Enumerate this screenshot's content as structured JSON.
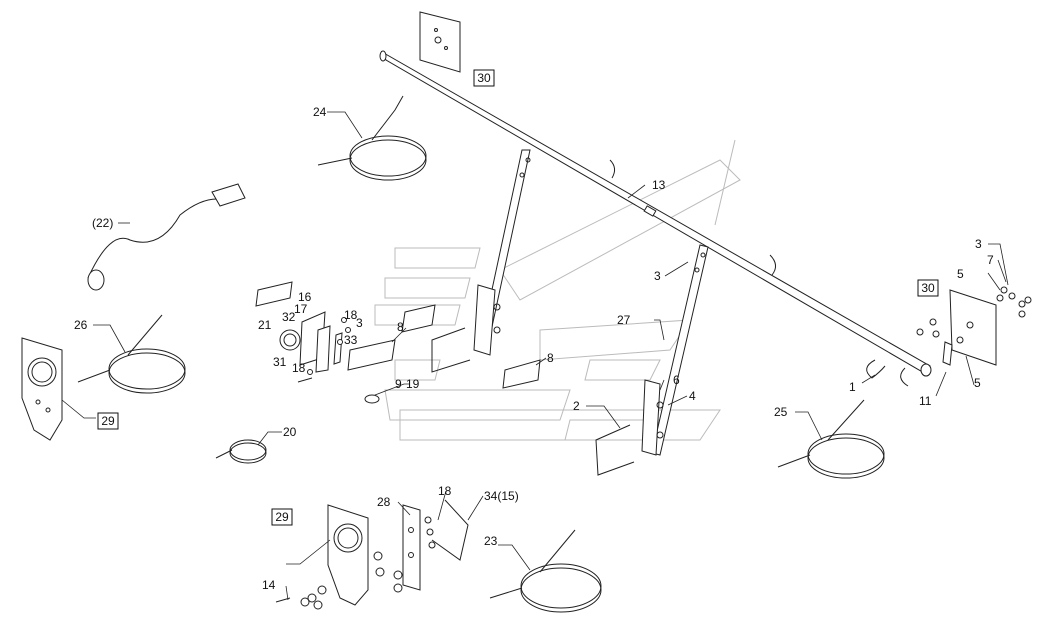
{
  "callouts": {
    "c1": "1",
    "c2": "2",
    "c3a": "3",
    "c3b": "3",
    "c3c": "3",
    "c4": "4",
    "c5a": "5",
    "c5b": "5",
    "c6": "6",
    "c7": "7",
    "c8a": "8",
    "c8b": "8",
    "c9": "9",
    "c11": "11",
    "c13": "13",
    "c14": "14",
    "c16": "16",
    "c17": "17",
    "c18a": "18",
    "c18b": "18",
    "c18c": "18",
    "c19": "19",
    "c20": "20",
    "c21": "21",
    "c22": "(22)",
    "c23": "23",
    "c24": "24",
    "c25": "25",
    "c26": "26",
    "c27": "27",
    "c28": "28",
    "c31": "31",
    "c32": "32",
    "c33": "33",
    "c34": "34(15)"
  },
  "boxed_callouts": {
    "b30a": "30",
    "b30b": "30",
    "b29a": "29",
    "b29b": "29"
  }
}
